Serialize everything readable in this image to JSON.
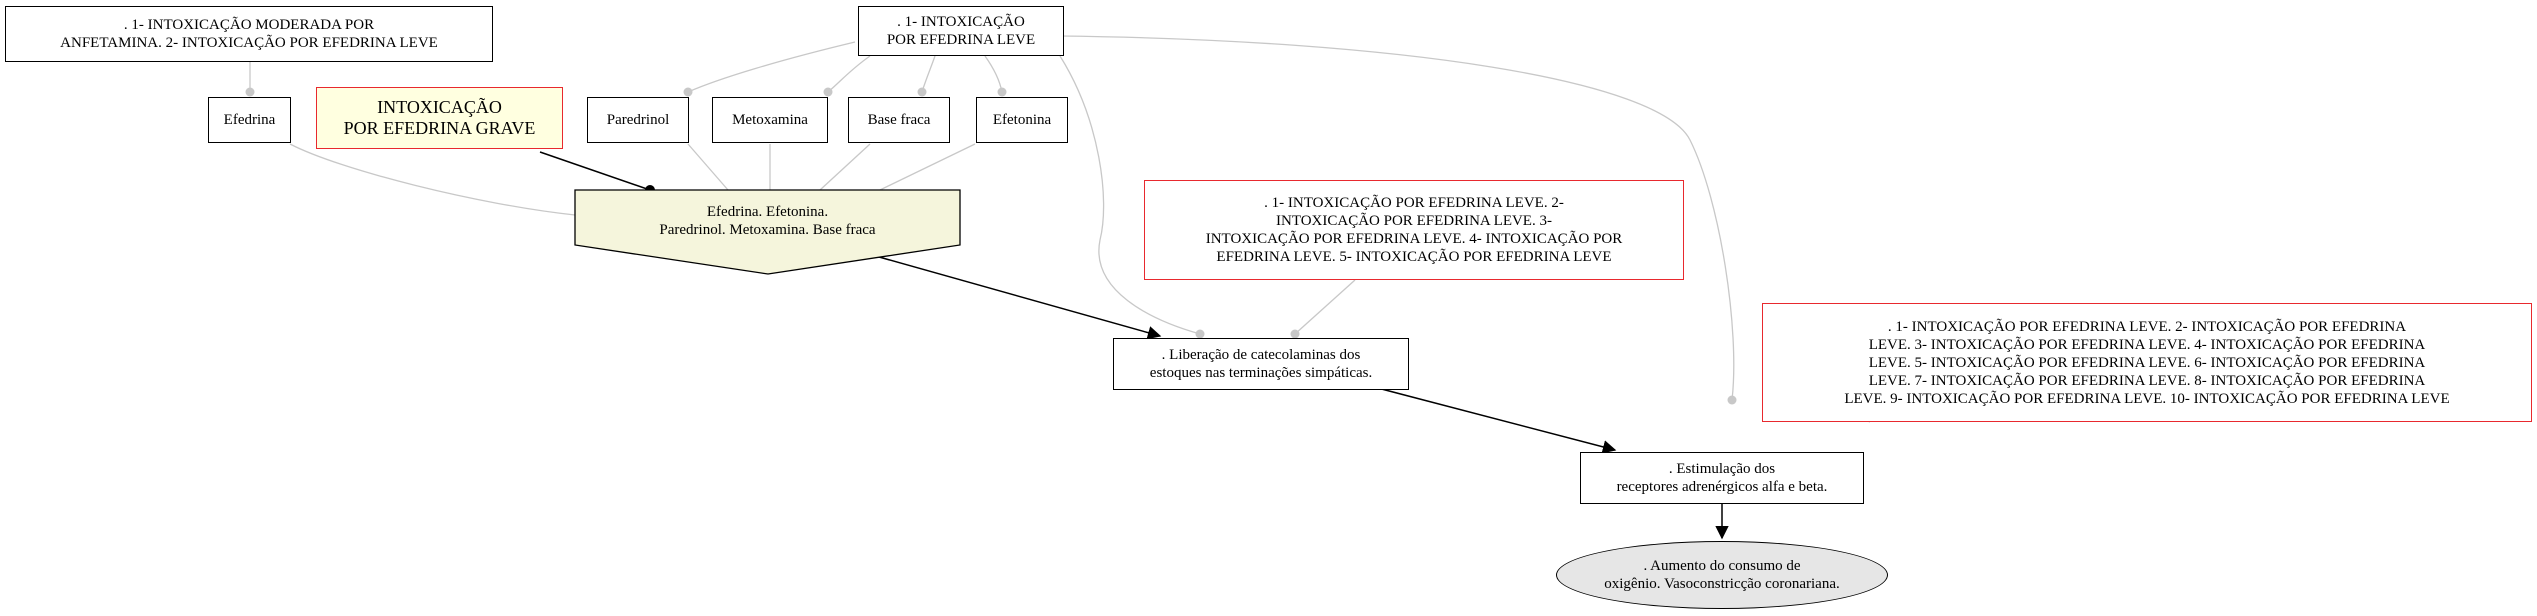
{
  "nodes": {
    "anfetamina": ". 1- INTOXICAÇÃO MODERADA POR\nANFETAMINA. 2- INTOXICAÇÃO POR EFEDRINA LEVE",
    "efedrina_leve_top": ". 1- INTOXICAÇÃO\nPOR EFEDRINA LEVE",
    "efedrina": "Efedrina",
    "grave": "INTOXICAÇÃO\nPOR EFEDRINA GRAVE",
    "paredrinol": "Paredrinol",
    "metoxamina": "Metoxamina",
    "base_fraca": "Base fraca",
    "efetonina": "Efetonina",
    "agents": "Efedrina. Efetonina.\nParedrinol. Metoxamina. Base fraca",
    "leve5": ". 1- INTOXICAÇÃO POR EFEDRINA LEVE. 2-\nINTOXICAÇÃO POR EFEDRINA LEVE. 3-\nINTOXICAÇÃO POR EFEDRINA LEVE. 4- INTOXICAÇÃO POR\nEFEDRINA LEVE. 5- INTOXICAÇÃO POR EFEDRINA LEVE",
    "liberacao": ". Liberação de catecolaminas dos\nestoques nas terminações simpáticas.",
    "leve10": ". 1- INTOXICAÇÃO POR EFEDRINA LEVE. 2- INTOXICAÇÃO POR EFEDRINA\nLEVE. 3- INTOXICAÇÃO POR EFEDRINA LEVE. 4- INTOXICAÇÃO POR EFEDRINA\nLEVE. 5- INTOXICAÇÃO POR EFEDRINA LEVE. 6- INTOXICAÇÃO POR EFEDRINA\nLEVE. 7- INTOXICAÇÃO POR EFEDRINA LEVE. 8- INTOXICAÇÃO POR EFEDRINA\nLEVE. 9- INTOXICAÇÃO POR EFEDRINA LEVE. 10- INTOXICAÇÃO POR EFEDRINA LEVE",
    "estimulacao": ". Estimulação dos\nreceptores adrenérgicos alfa e beta.",
    "aumento": ". Aumento do consumo de\noxigênio. Vasoconstricção coronariana."
  },
  "colors": {
    "edge_gray": "#c8c8c8",
    "edge_black": "#000000",
    "node_border_red": "#e8292e",
    "pentagon_fill": "#f5f5dc",
    "yellow_fill": "#ffffe0",
    "ellipse_fill": "#e6e6e6"
  }
}
